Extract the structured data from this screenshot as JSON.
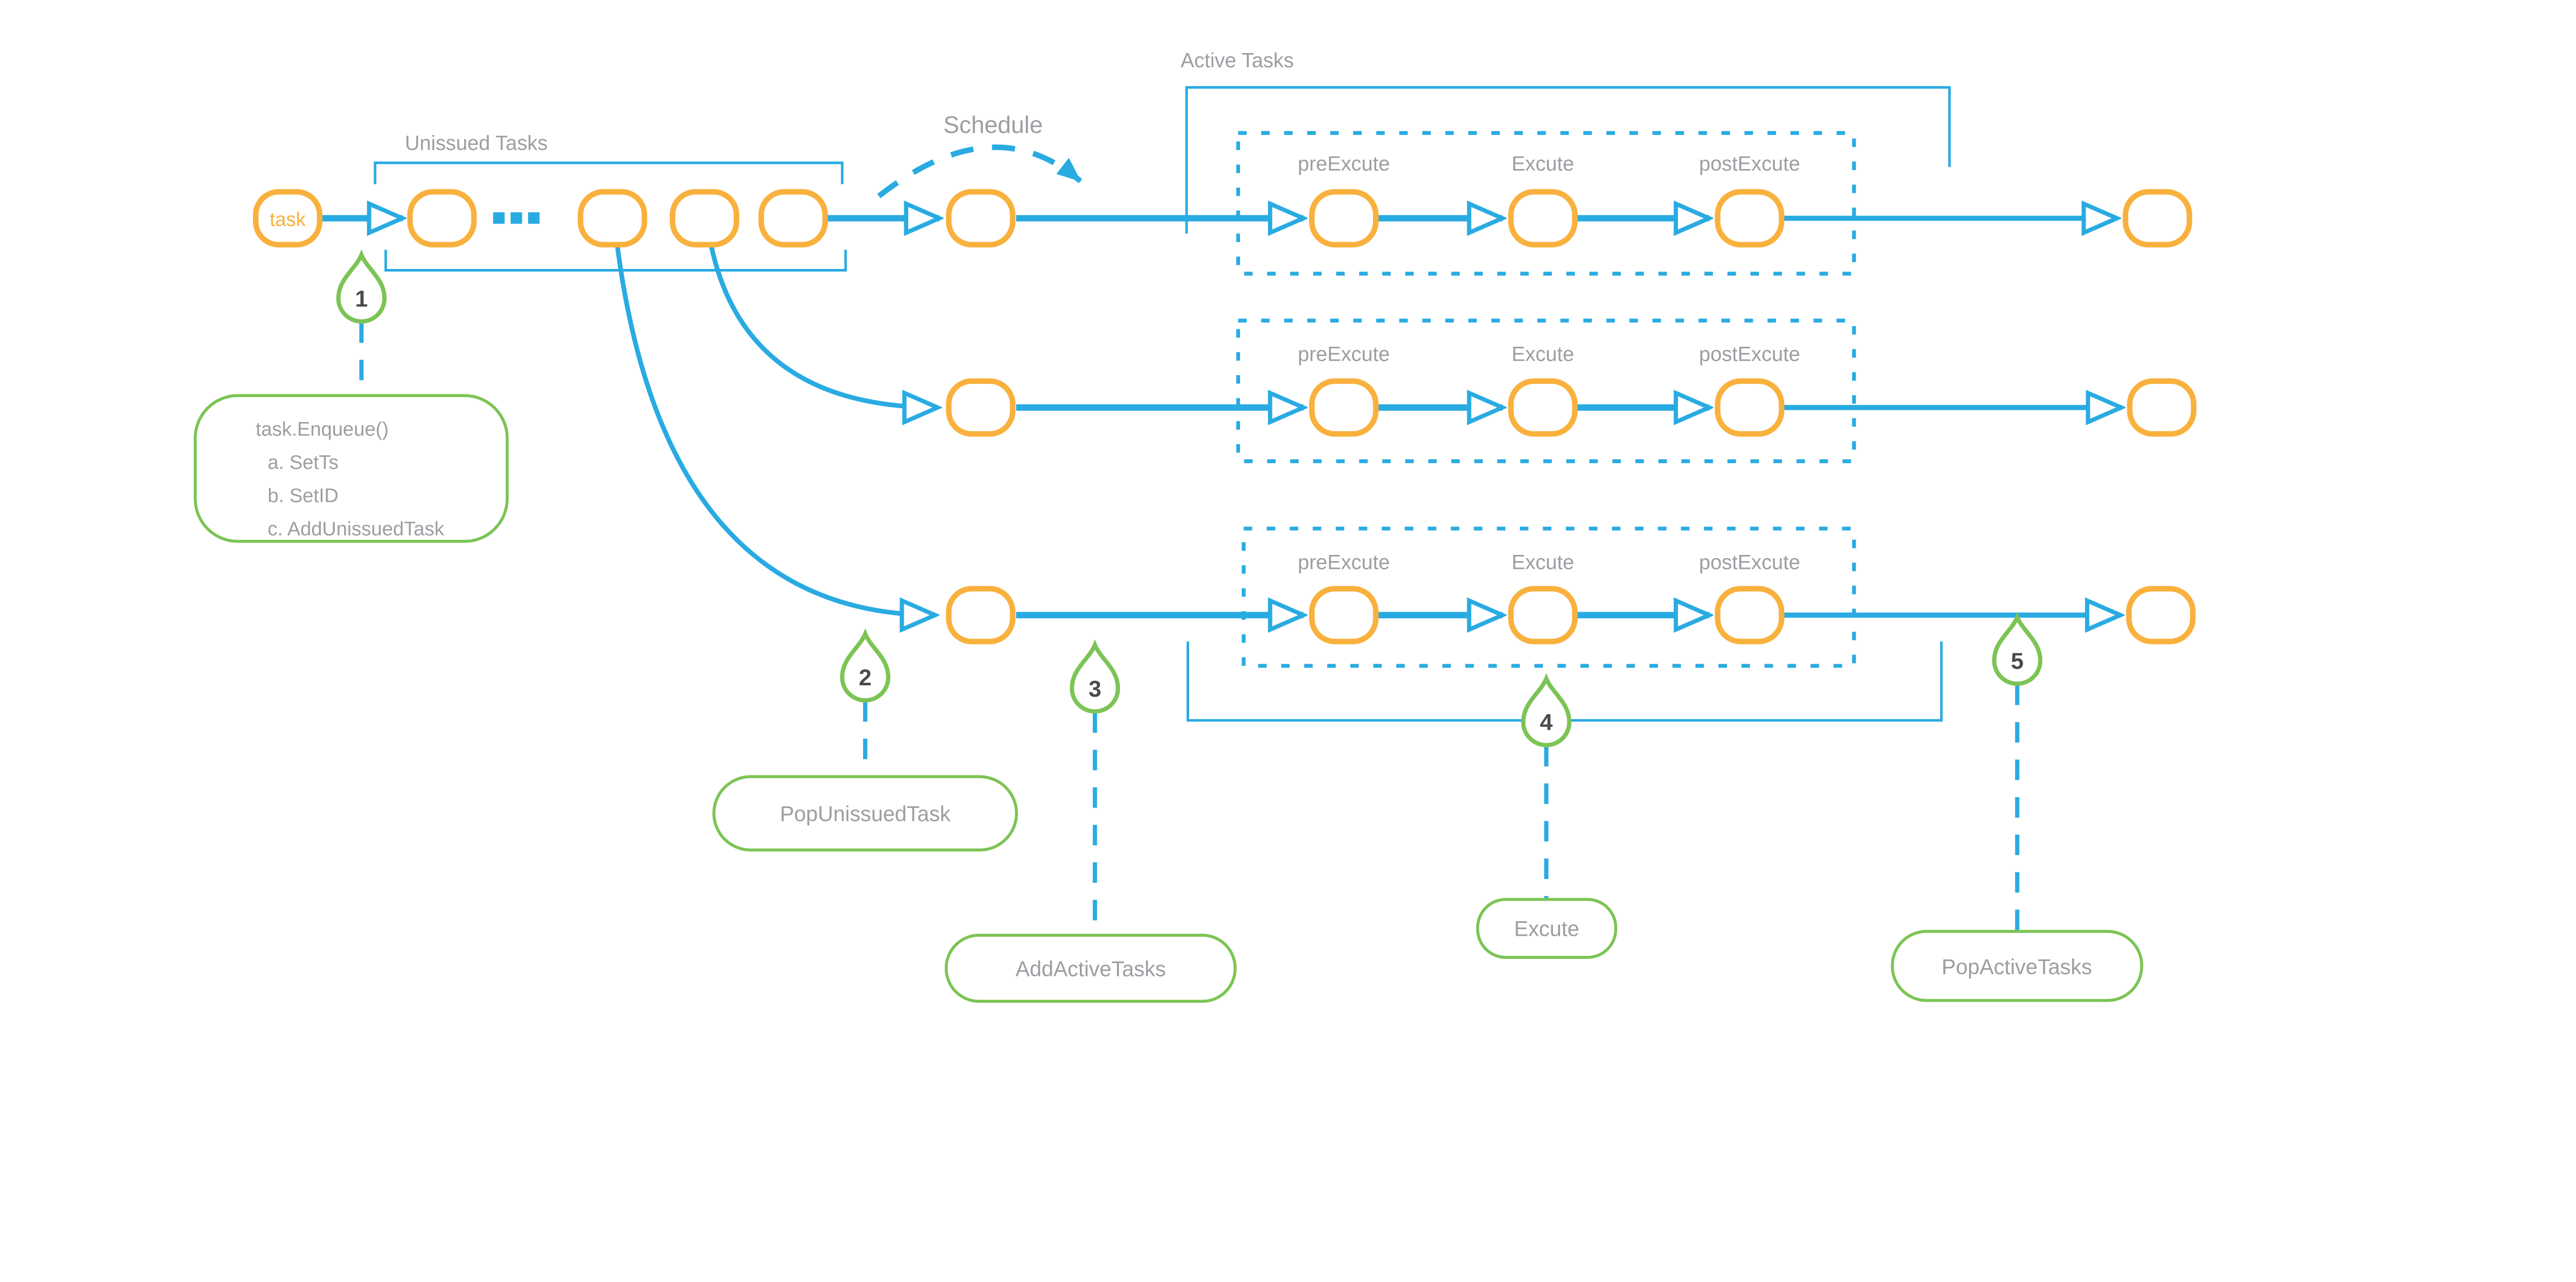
{
  "diagram_labels": {
    "unissued_tasks": "Unissued Tasks",
    "schedule": "Schedule",
    "active_tasks": "Active Tasks",
    "task_node": "task"
  },
  "stage_labels": [
    "preExcute",
    "Excute",
    "postExcute"
  ],
  "markers": [
    {
      "number": "1",
      "note_lines": [
        "task.Enqueue()",
        "a. SetTs",
        "b. SetID",
        "c. AddUnissuedTask"
      ]
    },
    {
      "number": "2",
      "note": "PopUnissuedTask"
    },
    {
      "number": "3",
      "note": "AddActiveTasks"
    },
    {
      "number": "4",
      "note": "Excute"
    },
    {
      "number": "5",
      "note": "PopActiveTasks"
    }
  ],
  "colors": {
    "flow_blue": "#29ABE2",
    "node_orange": "#F9B13E",
    "annotation_green": "#7CC455",
    "label_gray": "#9B9EA2",
    "number_dark": "#4A4A4A"
  }
}
